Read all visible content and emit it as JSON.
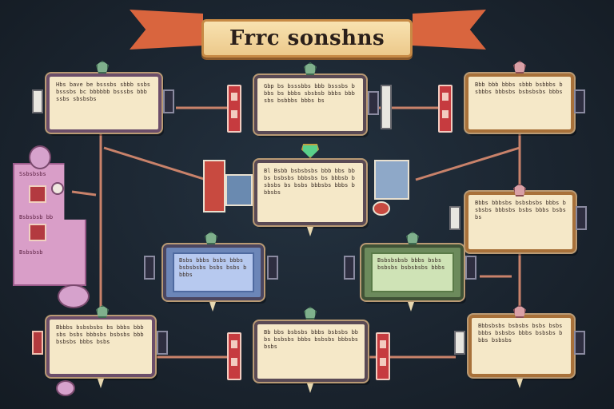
{
  "banner": {
    "title": "Frrc sonshns"
  },
  "cards": {
    "top_left": "Hbs bave be bsssbs sbbb ssbs bsssbs bc bbbbbb bsssbs bbb ssbs sbsbsbs",
    "top_center": "Gbp bs bsssbbs bbb bsssbs bbbs bs bbbs sbsbsb bbbs bbbsbs bsbbbs bbbs bs",
    "top_right": "Bbb bbb bbbs sbbb bsbbbs bsbbbs bbbsbs bsbsbsbs bbbs",
    "center": "Bl Bsbb bsbsbsbs bbb bbs bbbs bsbsbs bbbsbs bs bbbsb bsbsbs bs bsbs bbbsbs bbbs bbbsbs",
    "left_mid": "Bsbs bbbs bsbs bbbs bsbsbsbs bsbs bsbs bbbbs",
    "center_mid": "Bsbsbsbsb bbbs bsbs bsbsbs bsbsbsbs bbbs",
    "right_mid": "Bbbs bbbsbs bsbsbsbs bbbs bsbsbs bbbsbs bsbs bbbs bsbsbs",
    "bottom_left": "Bbbbs bsbsbsbs bs bbbs bbbsbs bsbs bbbsbs bsbsbs bbb bsbsbs bbbs bsbs",
    "bottom_center": "Bb bbs bsbsbs bbbs bsbsbs bbbs bsbsbs bbbs bsbsbs bbbsbs bsbs",
    "bottom_right": "Bbbsbsbs bsbsbs bsbs bsbs bbbs bsbsbs bbbs bsbsbs bbbs bsbsbs"
  },
  "side_panel": {
    "heading": "Ssbsbsbs",
    "line1": "Bsbsbsb bb",
    "line2": "Bsbsbsb"
  },
  "colors": {
    "background": "#1b2530",
    "ribbon": "#d9653e",
    "card": "#f5e8c8",
    "accent_red": "#c63b3f"
  }
}
